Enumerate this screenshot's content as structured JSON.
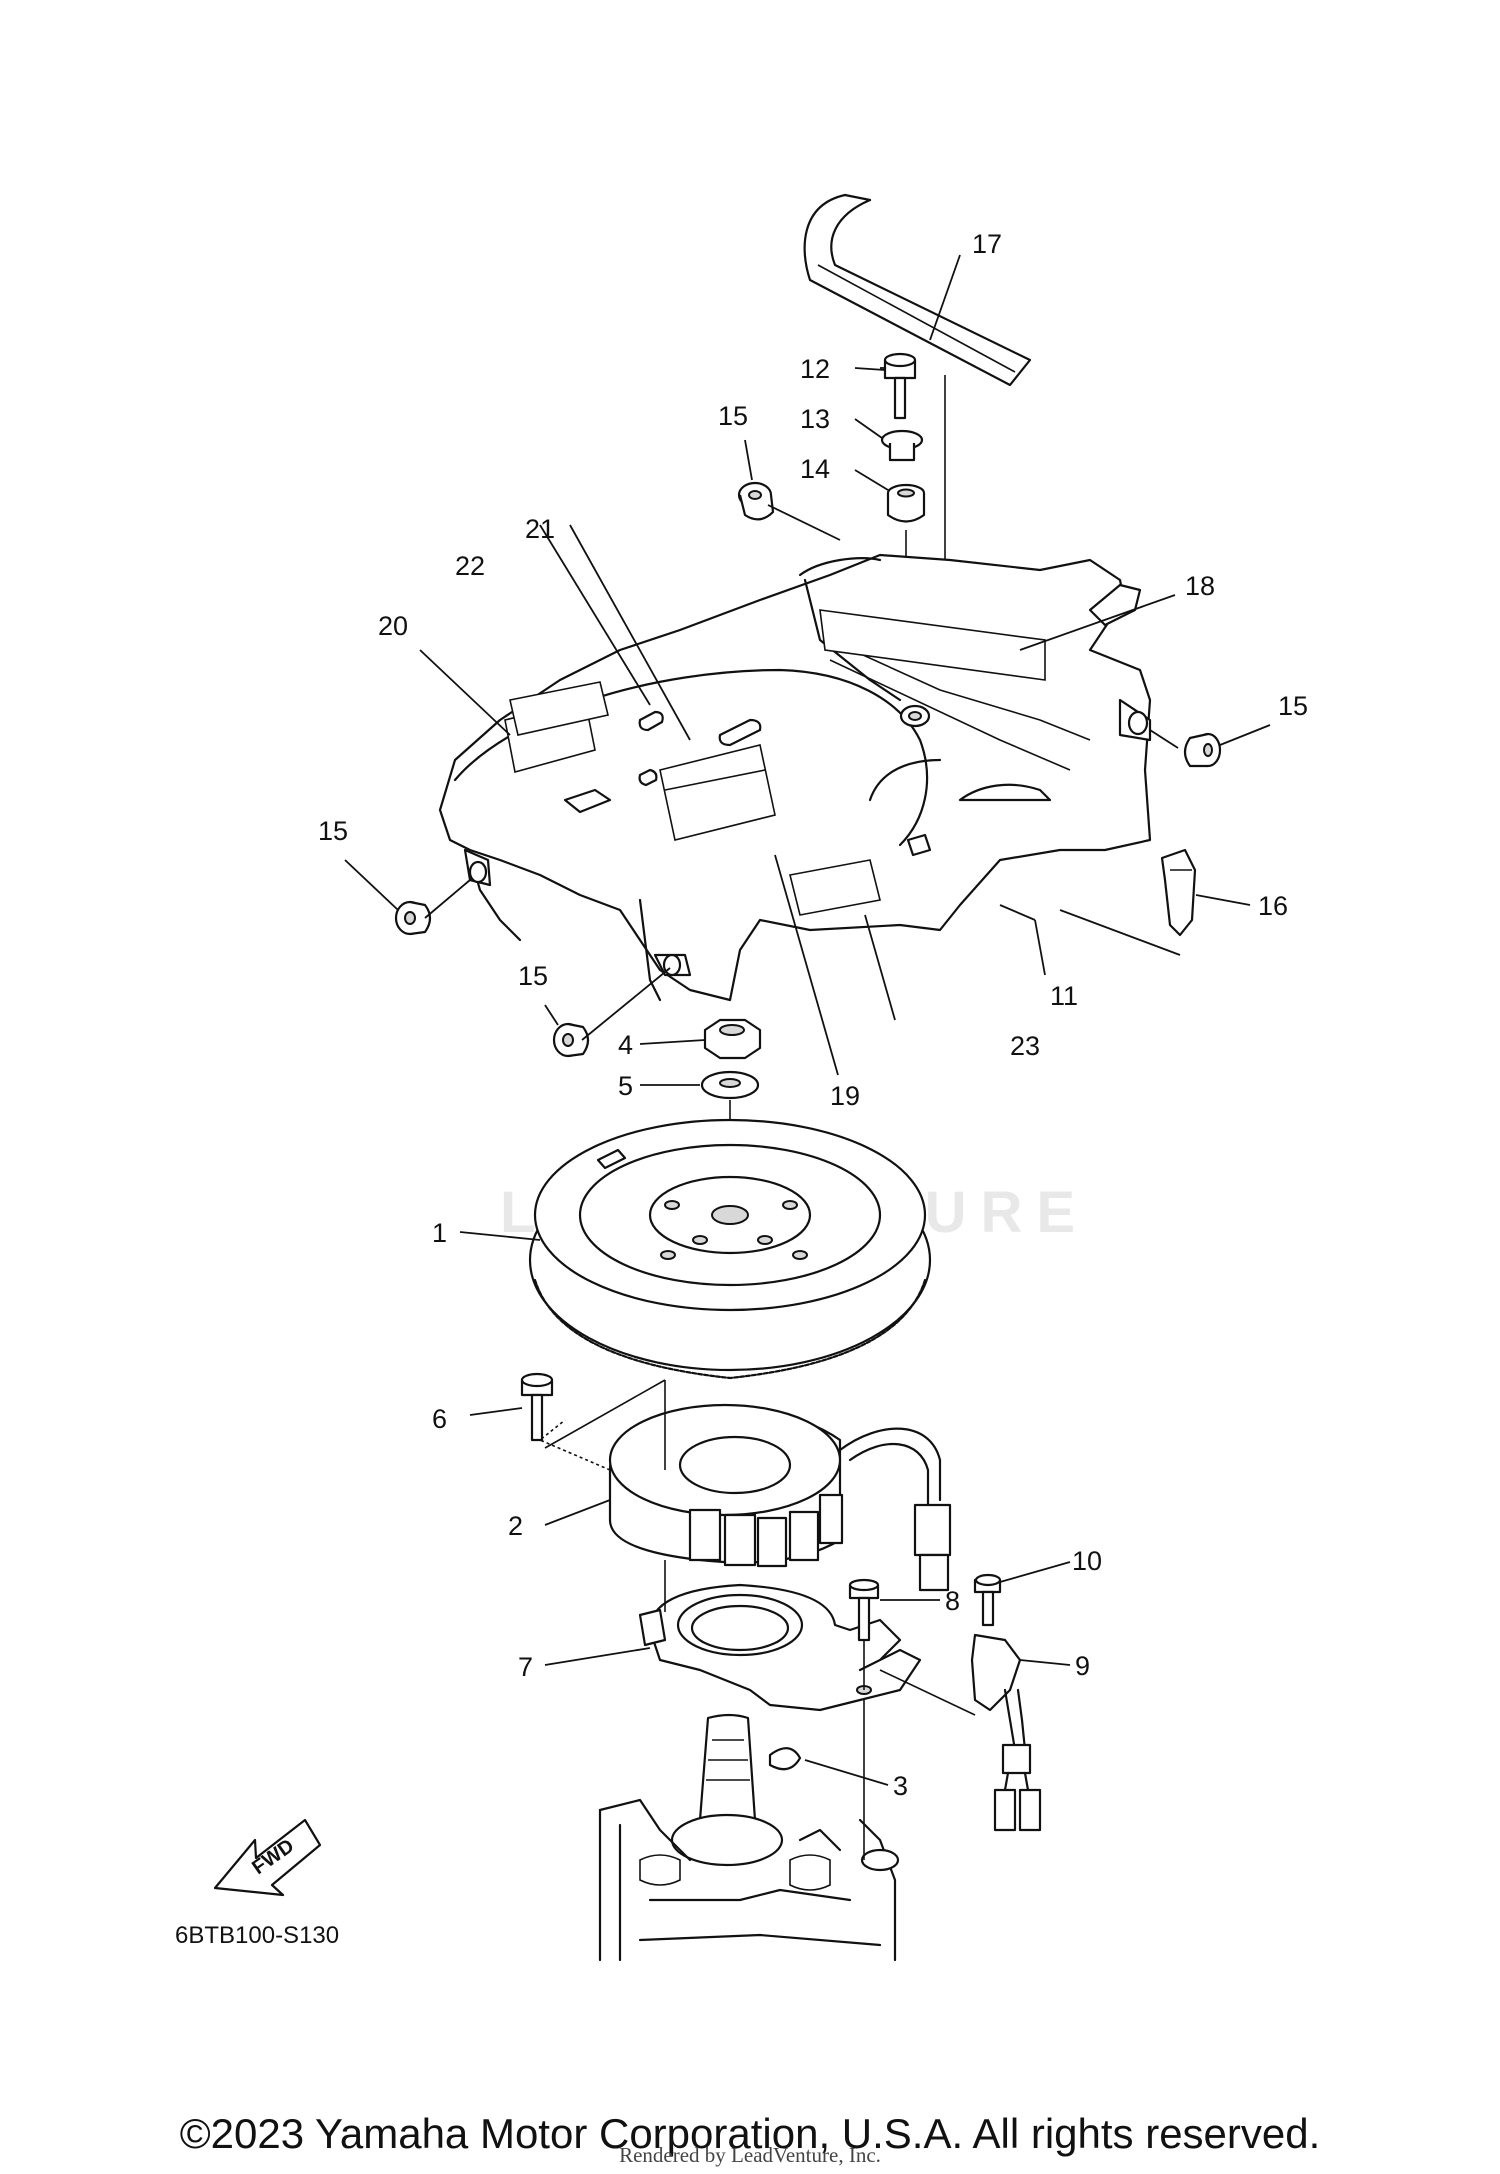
{
  "diagram": {
    "reference_code": "6BTB100-S130",
    "fwd_label": "FWD",
    "watermark": "LEADVENTURE",
    "callouts": [
      {
        "id": "c1",
        "label": "1"
      },
      {
        "id": "c2",
        "label": "2"
      },
      {
        "id": "c3",
        "label": "3"
      },
      {
        "id": "c4",
        "label": "4"
      },
      {
        "id": "c5",
        "label": "5"
      },
      {
        "id": "c6",
        "label": "6"
      },
      {
        "id": "c7",
        "label": "7"
      },
      {
        "id": "c8",
        "label": "8"
      },
      {
        "id": "c9",
        "label": "9"
      },
      {
        "id": "c10",
        "label": "10"
      },
      {
        "id": "c11",
        "label": "11"
      },
      {
        "id": "c12",
        "label": "12"
      },
      {
        "id": "c13",
        "label": "13"
      },
      {
        "id": "c14",
        "label": "14"
      },
      {
        "id": "c15a",
        "label": "15"
      },
      {
        "id": "c15b",
        "label": "15"
      },
      {
        "id": "c15c",
        "label": "15"
      },
      {
        "id": "c15d",
        "label": "15"
      },
      {
        "id": "c16",
        "label": "16"
      },
      {
        "id": "c17",
        "label": "17"
      },
      {
        "id": "c18",
        "label": "18"
      },
      {
        "id": "c19",
        "label": "19"
      },
      {
        "id": "c20",
        "label": "20"
      },
      {
        "id": "c21",
        "label": "21"
      },
      {
        "id": "c22",
        "label": "22"
      },
      {
        "id": "c23",
        "label": "23"
      }
    ]
  },
  "footer": {
    "copyright": "©2023 Yamaha Motor Corporation, U.S.A. All rights reserved.",
    "rendered_by": "Rendered by LeadVenture, Inc."
  }
}
